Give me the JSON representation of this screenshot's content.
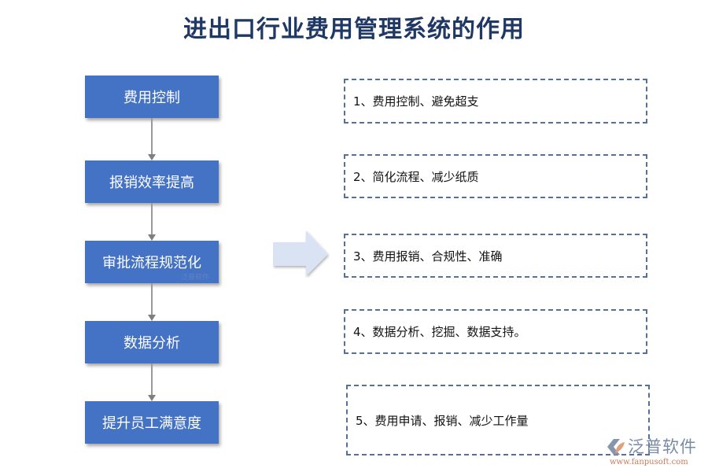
{
  "title": "进出口行业费用管理系统的作用",
  "colors": {
    "title": "#1f3864",
    "step_fill": "#4472c4",
    "step_text": "#ffffff",
    "connector": "#9a9a9a",
    "big_arrow_fill": "#dae3f3",
    "note_border": "#55709a"
  },
  "steps": [
    {
      "label": "费用控制"
    },
    {
      "label": "报销效率提高"
    },
    {
      "label": "审批流程规范化"
    },
    {
      "label": "数据分析"
    },
    {
      "label": "提升员工满意度"
    }
  ],
  "notes": [
    {
      "text": "1、费用控制、避免超支"
    },
    {
      "text": "2、简化流程、减少纸质"
    },
    {
      "text": "3、费用报销、合规性、准确"
    },
    {
      "text": "4、数据分析、挖掘、数据支持。"
    },
    {
      "text": "5、费用申请、报销、减少工作量"
    }
  ],
  "watermark": {
    "name": "泛普软件",
    "url": "www.fanpusoft.com"
  }
}
